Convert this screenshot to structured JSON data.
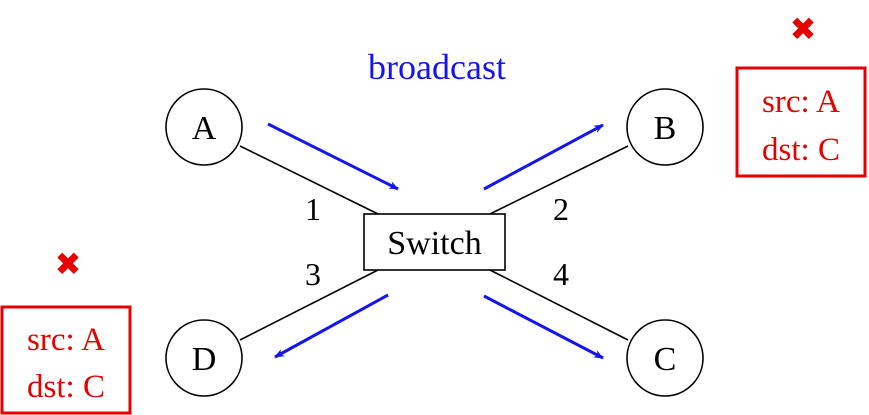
{
  "title": "broadcast",
  "switch": {
    "label": "Switch"
  },
  "nodes": {
    "a": "A",
    "b": "B",
    "c": "C",
    "d": "D"
  },
  "ports": {
    "p1": "1",
    "p2": "2",
    "p3": "3",
    "p4": "4"
  },
  "frame_b": {
    "src": "src: A",
    "dst": "dst: C",
    "status_mark": "✖"
  },
  "frame_d": {
    "src": "src: A",
    "dst": "dst: C",
    "status_mark": "✖"
  },
  "colors": {
    "arrow": "#1414f0",
    "reject": "#e60000",
    "line": "#000000"
  }
}
